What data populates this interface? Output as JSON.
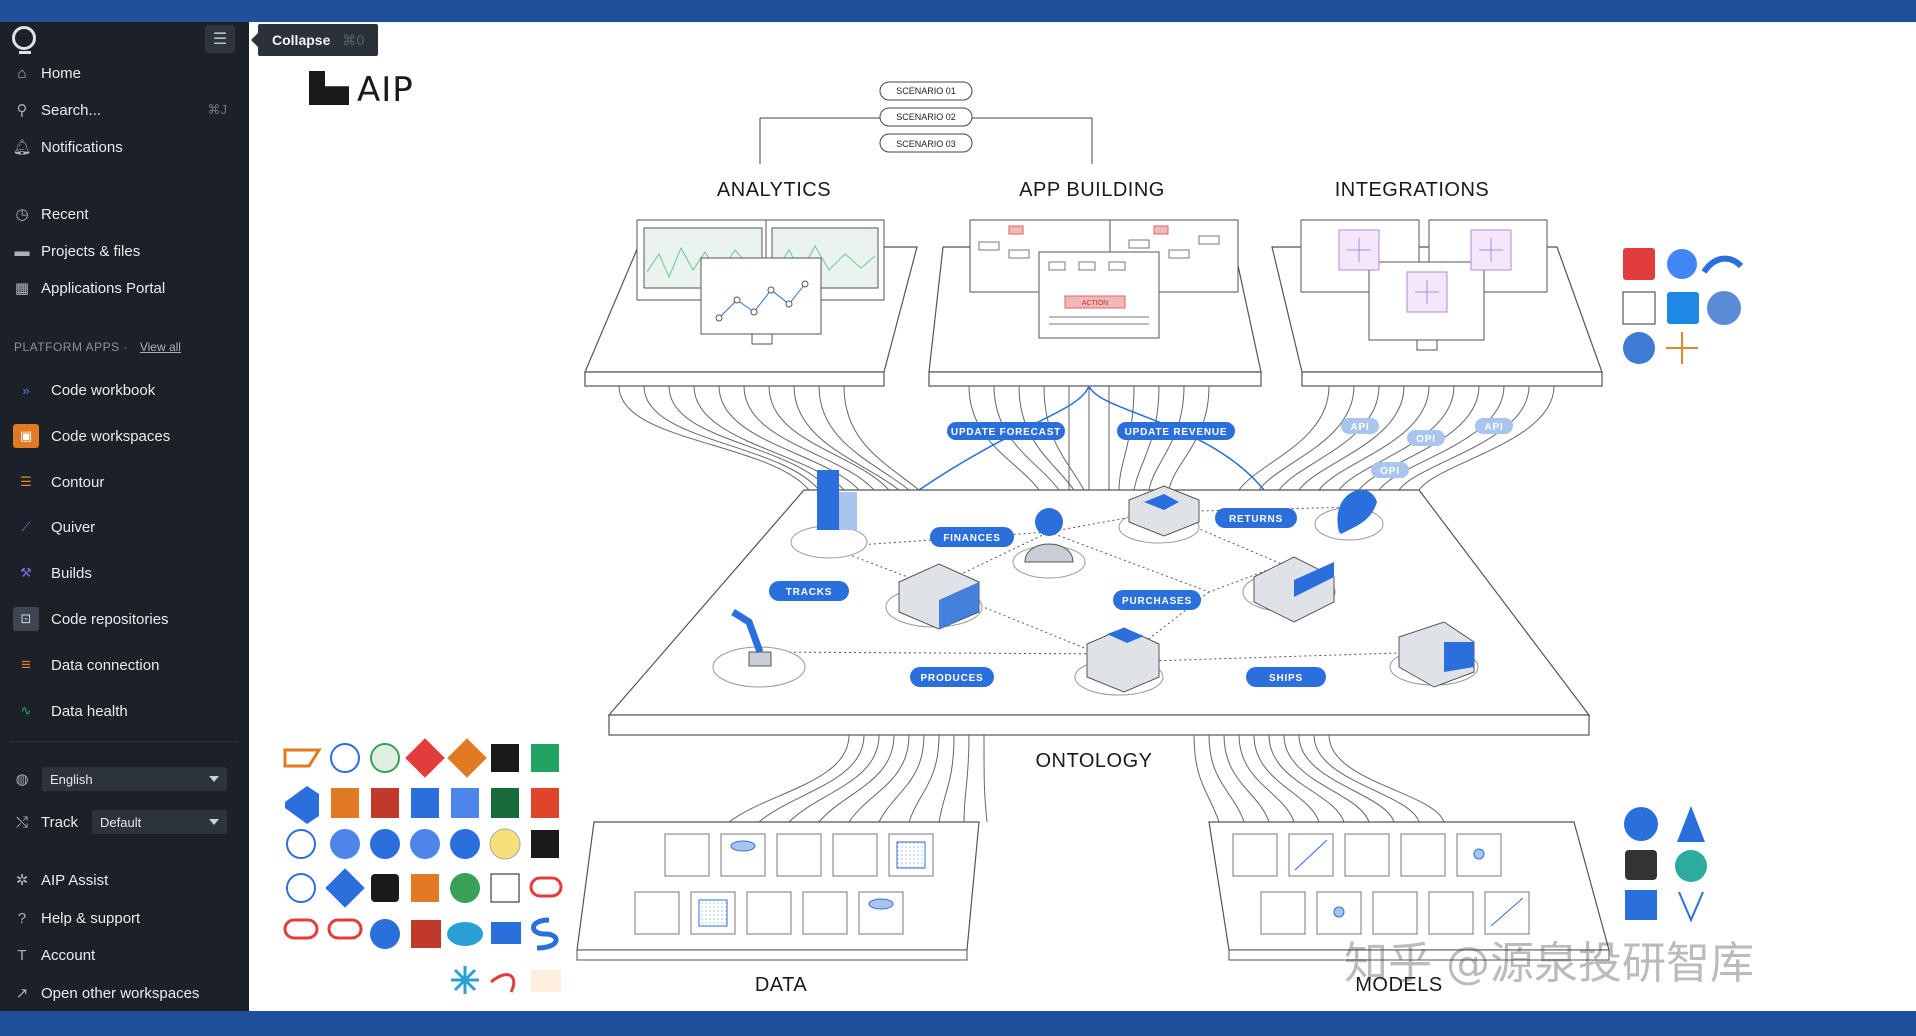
{
  "sidebar": {
    "collapse_tooltip": "Collapse",
    "collapse_shortcut": "⌘0",
    "nav": [
      {
        "label": "Home",
        "icon": "home-icon"
      },
      {
        "label": "Search...",
        "icon": "search-icon",
        "shortcut": "⌘J"
      },
      {
        "label": "Notifications",
        "icon": "bell-icon"
      }
    ],
    "nav2": [
      {
        "label": "Recent",
        "icon": "clock-icon"
      },
      {
        "label": "Projects & files",
        "icon": "folder-icon"
      },
      {
        "label": "Applications Portal",
        "icon": "grid-icon"
      }
    ],
    "platform_apps_header": "PLATFORM APPS",
    "view_all": "View all",
    "apps": [
      {
        "label": "Code workbook",
        "icon": "code-workbook-icon",
        "color": "#2a5cb8"
      },
      {
        "label": "Code workspaces",
        "icon": "code-workspaces-icon",
        "color": "#e07b24"
      },
      {
        "label": "Contour",
        "icon": "contour-icon",
        "color": "#e0892a"
      },
      {
        "label": "Quiver",
        "icon": "quiver-icon",
        "color": "#5b6ee1"
      },
      {
        "label": "Builds",
        "icon": "hammer-icon",
        "color": "#6b5be1"
      },
      {
        "label": "Code repositories",
        "icon": "repo-icon",
        "color": "#3d4652"
      },
      {
        "label": "Data connection",
        "icon": "database-icon",
        "color": "#e07b24"
      },
      {
        "label": "Data health",
        "icon": "pulse-icon",
        "color": "#27a86b"
      }
    ],
    "language": "English",
    "track_label": "Track",
    "track_value": "Default",
    "footer": [
      {
        "label": "AIP Assist",
        "icon": "aip-assist-icon"
      },
      {
        "label": "Help & support",
        "icon": "help-icon"
      },
      {
        "label": "Account",
        "icon": "account-icon"
      },
      {
        "label": "Open other workspaces",
        "icon": "external-link-icon"
      }
    ]
  },
  "diagram": {
    "title": "AIP",
    "scenarios": [
      "SCENARIO 01",
      "SCENARIO 02",
      "SCENARIO 03"
    ],
    "sections": {
      "analytics": "ANALYTICS",
      "app_building": "APP BUILDING",
      "integrations": "INTEGRATIONS",
      "ontology": "ONTOLOGY",
      "data": "DATA",
      "models": "MODELS"
    },
    "pills": {
      "update_forecast": "UPDATE FORECAST",
      "update_revenue": "UPDATE REVENUE",
      "api1": "API",
      "opi1": "OPI",
      "api2": "API",
      "opi2": "OPI",
      "finances": "FINANCES",
      "returns": "RETURNS",
      "tracks": "TRACKS",
      "purchases": "PURCHASES",
      "produces": "PRODUCES",
      "ships": "SHIPS"
    },
    "action_label": "ACTION",
    "brand_blue": "#2a6fdb"
  },
  "watermark": "知乎 @源泉投研智库"
}
